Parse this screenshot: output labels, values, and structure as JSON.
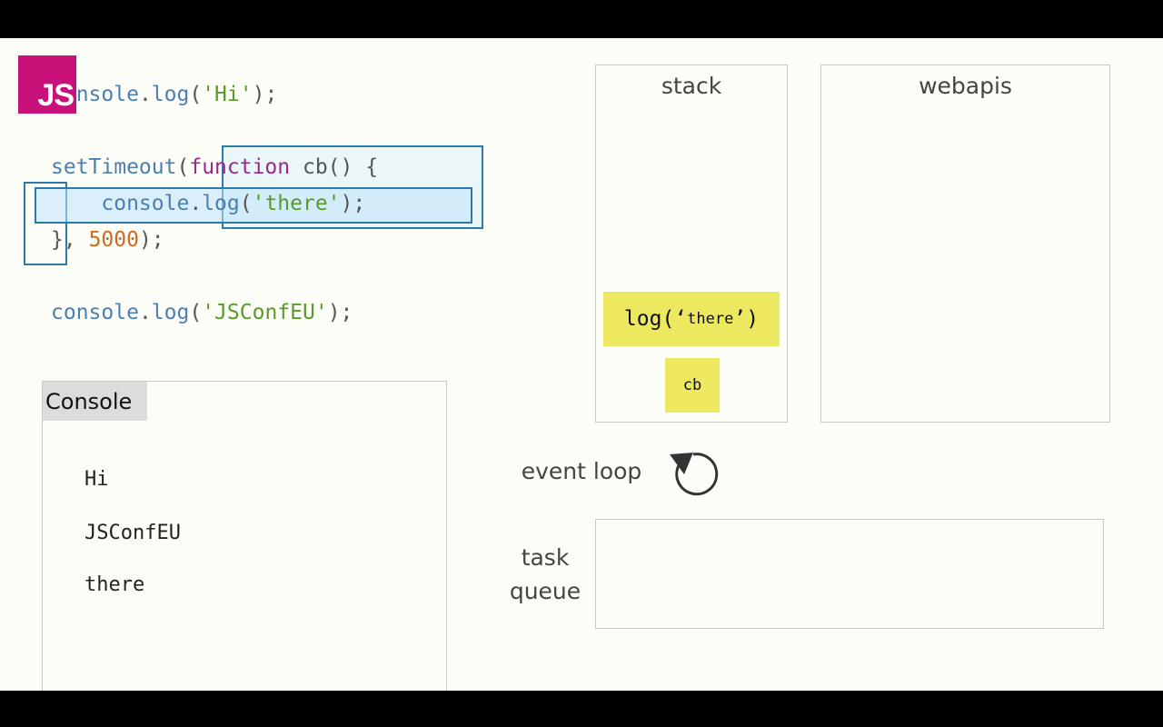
{
  "logo": {
    "text": "JS",
    "color": "#c8127a"
  },
  "code": {
    "line1": {
      "obj": "console",
      "dot": ".",
      "fn": "log",
      "open": "(",
      "arg": "'Hi'",
      "close": ");"
    },
    "line2": {
      "fn": "setTimeout",
      "open": "(",
      "kw": "function",
      "rest": " cb() {"
    },
    "line3": {
      "indent": "    ",
      "obj": "console",
      "dot": ".",
      "fn": "log",
      "open": "(",
      "arg": "'there'",
      "close": ");"
    },
    "line4": {
      "brace": "}",
      "comma": ", ",
      "num": "5000",
      "close": ");"
    },
    "line5": {
      "obj": "console",
      "dot": ".",
      "fn": "log",
      "open": "(",
      "arg": "'JSConfEU'",
      "close": ");"
    }
  },
  "stack": {
    "title": "stack",
    "frames": [
      {
        "label": "log(‘there’)",
        "fn": "log(‘",
        "arg": "there",
        "end": "’)"
      },
      {
        "label": "cb"
      }
    ]
  },
  "webapis": {
    "title": "webapis"
  },
  "event_loop": {
    "label": "event loop",
    "icon": "refresh-arrow-icon"
  },
  "task_queue": {
    "label_line1": "task",
    "label_line2": "queue"
  },
  "console": {
    "title": "Console",
    "lines": [
      "Hi",
      "JSConfEU",
      "there"
    ]
  },
  "colors": {
    "highlight_border": "#2a7aaa",
    "frame_fill": "#ece860",
    "string": "#5a9a2a",
    "keyword": "#9a2a8a",
    "number": "#d06a20",
    "identifier": "#4a7fb0"
  }
}
